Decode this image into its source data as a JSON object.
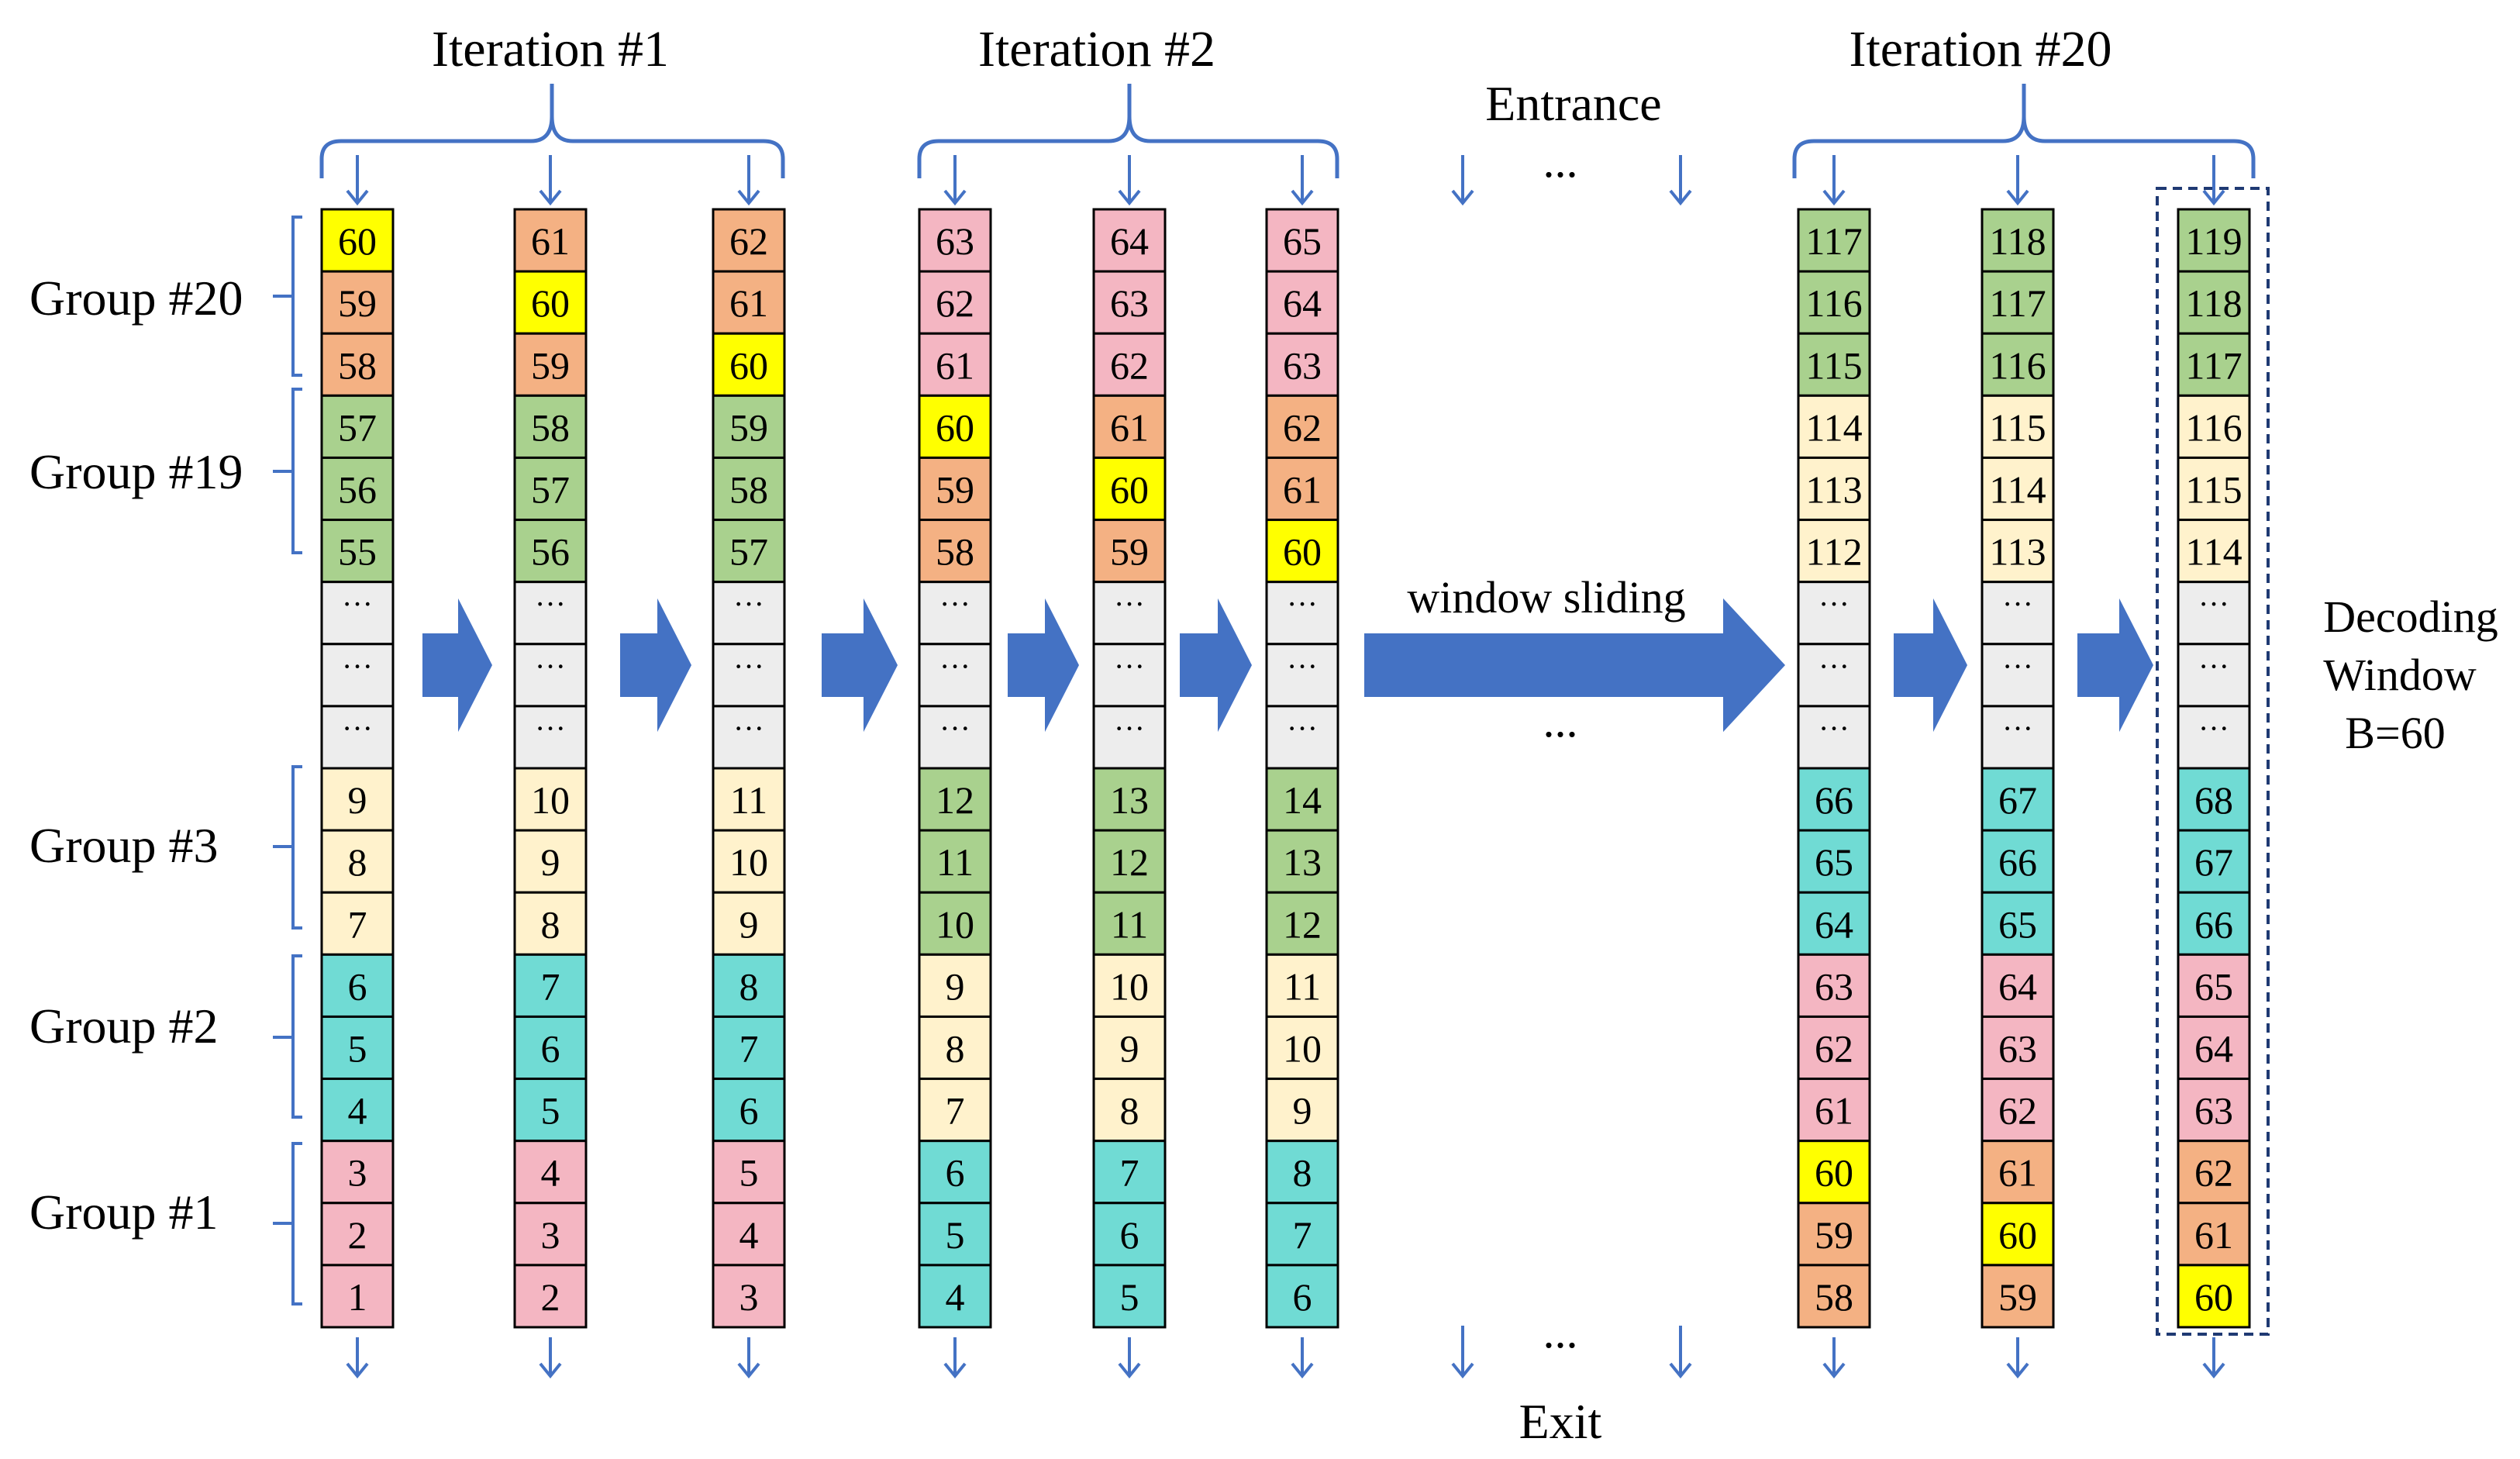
{
  "title_labels": {
    "iteration_1": "Iteration #1",
    "iteration_2": "Iteration #2",
    "iteration_20": "Iteration #20",
    "entrance": "Entrance",
    "exit": "Exit",
    "window_sliding": "window sliding",
    "ellipsis": "...",
    "decoding_window": [
      "Decoding",
      "Window",
      "B=60"
    ]
  },
  "groups": [
    {
      "id": "g20",
      "label": "Group #20"
    },
    {
      "id": "g19",
      "label": "Group #19"
    },
    {
      "id": "g3",
      "label": "Group #3"
    },
    {
      "id": "g2",
      "label": "Group #2"
    },
    {
      "id": "g1",
      "label": "Group #1"
    }
  ],
  "colors": {
    "yellow": "#ffff00",
    "orange": "#f4b183",
    "green": "#a9d18e",
    "cream": "#fff2cc",
    "teal": "#70dbd4",
    "pink": "#f4b6c2",
    "gray": "#ededed",
    "arrow_blue": "#4472c4",
    "bracket_blue": "#4472c4",
    "stroke": "#000000"
  },
  "columns": [
    {
      "cells": [
        [
          "60",
          "yellow"
        ],
        [
          "59",
          "orange"
        ],
        [
          "58",
          "orange"
        ],
        [
          "57",
          "green"
        ],
        [
          "56",
          "green"
        ],
        [
          "55",
          "green"
        ],
        [
          "···",
          "gray"
        ],
        [
          "···",
          "gray"
        ],
        [
          "···",
          "gray"
        ],
        [
          "9",
          "cream"
        ],
        [
          "8",
          "cream"
        ],
        [
          "7",
          "cream"
        ],
        [
          "6",
          "teal"
        ],
        [
          "5",
          "teal"
        ],
        [
          "4",
          "teal"
        ],
        [
          "3",
          "pink"
        ],
        [
          "2",
          "pink"
        ],
        [
          "1",
          "pink"
        ]
      ]
    },
    {
      "cells": [
        [
          "61",
          "orange"
        ],
        [
          "60",
          "yellow"
        ],
        [
          "59",
          "orange"
        ],
        [
          "58",
          "green"
        ],
        [
          "57",
          "green"
        ],
        [
          "56",
          "green"
        ],
        [
          "···",
          "gray"
        ],
        [
          "···",
          "gray"
        ],
        [
          "···",
          "gray"
        ],
        [
          "10",
          "cream"
        ],
        [
          "9",
          "cream"
        ],
        [
          "8",
          "cream"
        ],
        [
          "7",
          "teal"
        ],
        [
          "6",
          "teal"
        ],
        [
          "5",
          "teal"
        ],
        [
          "4",
          "pink"
        ],
        [
          "3",
          "pink"
        ],
        [
          "2",
          "pink"
        ]
      ]
    },
    {
      "cells": [
        [
          "62",
          "orange"
        ],
        [
          "61",
          "orange"
        ],
        [
          "60",
          "yellow"
        ],
        [
          "59",
          "green"
        ],
        [
          "58",
          "green"
        ],
        [
          "57",
          "green"
        ],
        [
          "···",
          "gray"
        ],
        [
          "···",
          "gray"
        ],
        [
          "···",
          "gray"
        ],
        [
          "11",
          "cream"
        ],
        [
          "10",
          "cream"
        ],
        [
          "9",
          "cream"
        ],
        [
          "8",
          "teal"
        ],
        [
          "7",
          "teal"
        ],
        [
          "6",
          "teal"
        ],
        [
          "5",
          "pink"
        ],
        [
          "4",
          "pink"
        ],
        [
          "3",
          "pink"
        ]
      ]
    },
    {
      "cells": [
        [
          "63",
          "pink"
        ],
        [
          "62",
          "pink"
        ],
        [
          "61",
          "pink"
        ],
        [
          "60",
          "yellow"
        ],
        [
          "59",
          "orange"
        ],
        [
          "58",
          "orange"
        ],
        [
          "···",
          "gray"
        ],
        [
          "···",
          "gray"
        ],
        [
          "···",
          "gray"
        ],
        [
          "12",
          "green"
        ],
        [
          "11",
          "green"
        ],
        [
          "10",
          "green"
        ],
        [
          "9",
          "cream"
        ],
        [
          "8",
          "cream"
        ],
        [
          "7",
          "cream"
        ],
        [
          "6",
          "teal"
        ],
        [
          "5",
          "teal"
        ],
        [
          "4",
          "teal"
        ]
      ]
    },
    {
      "cells": [
        [
          "64",
          "pink"
        ],
        [
          "63",
          "pink"
        ],
        [
          "62",
          "pink"
        ],
        [
          "61",
          "orange"
        ],
        [
          "60",
          "yellow"
        ],
        [
          "59",
          "orange"
        ],
        [
          "···",
          "gray"
        ],
        [
          "···",
          "gray"
        ],
        [
          "···",
          "gray"
        ],
        [
          "13",
          "green"
        ],
        [
          "12",
          "green"
        ],
        [
          "11",
          "green"
        ],
        [
          "10",
          "cream"
        ],
        [
          "9",
          "cream"
        ],
        [
          "8",
          "cream"
        ],
        [
          "7",
          "teal"
        ],
        [
          "6",
          "teal"
        ],
        [
          "5",
          "teal"
        ]
      ]
    },
    {
      "cells": [
        [
          "65",
          "pink"
        ],
        [
          "64",
          "pink"
        ],
        [
          "63",
          "pink"
        ],
        [
          "62",
          "orange"
        ],
        [
          "61",
          "orange"
        ],
        [
          "60",
          "yellow"
        ],
        [
          "···",
          "gray"
        ],
        [
          "···",
          "gray"
        ],
        [
          "···",
          "gray"
        ],
        [
          "14",
          "green"
        ],
        [
          "13",
          "green"
        ],
        [
          "12",
          "green"
        ],
        [
          "11",
          "cream"
        ],
        [
          "10",
          "cream"
        ],
        [
          "9",
          "cream"
        ],
        [
          "8",
          "teal"
        ],
        [
          "7",
          "teal"
        ],
        [
          "6",
          "teal"
        ]
      ]
    },
    {
      "cells": [
        [
          "117",
          "green"
        ],
        [
          "116",
          "green"
        ],
        [
          "115",
          "green"
        ],
        [
          "114",
          "cream"
        ],
        [
          "113",
          "cream"
        ],
        [
          "112",
          "cream"
        ],
        [
          "···",
          "gray"
        ],
        [
          "···",
          "gray"
        ],
        [
          "···",
          "gray"
        ],
        [
          "66",
          "teal"
        ],
        [
          "65",
          "teal"
        ],
        [
          "64",
          "teal"
        ],
        [
          "63",
          "pink"
        ],
        [
          "62",
          "pink"
        ],
        [
          "61",
          "pink"
        ],
        [
          "60",
          "yellow"
        ],
        [
          "59",
          "orange"
        ],
        [
          "58",
          "orange"
        ]
      ]
    },
    {
      "cells": [
        [
          "118",
          "green"
        ],
        [
          "117",
          "green"
        ],
        [
          "116",
          "green"
        ],
        [
          "115",
          "cream"
        ],
        [
          "114",
          "cream"
        ],
        [
          "113",
          "cream"
        ],
        [
          "···",
          "gray"
        ],
        [
          "···",
          "gray"
        ],
        [
          "···",
          "gray"
        ],
        [
          "67",
          "teal"
        ],
        [
          "66",
          "teal"
        ],
        [
          "65",
          "teal"
        ],
        [
          "64",
          "pink"
        ],
        [
          "63",
          "pink"
        ],
        [
          "62",
          "pink"
        ],
        [
          "61",
          "orange"
        ],
        [
          "60",
          "yellow"
        ],
        [
          "59",
          "orange"
        ]
      ]
    },
    {
      "cells": [
        [
          "119",
          "green"
        ],
        [
          "118",
          "green"
        ],
        [
          "117",
          "green"
        ],
        [
          "116",
          "cream"
        ],
        [
          "115",
          "cream"
        ],
        [
          "114",
          "cream"
        ],
        [
          "···",
          "gray"
        ],
        [
          "···",
          "gray"
        ],
        [
          "···",
          "gray"
        ],
        [
          "68",
          "teal"
        ],
        [
          "67",
          "teal"
        ],
        [
          "66",
          "teal"
        ],
        [
          "65",
          "pink"
        ],
        [
          "64",
          "pink"
        ],
        [
          "63",
          "pink"
        ],
        [
          "62",
          "orange"
        ],
        [
          "61",
          "orange"
        ],
        [
          "60",
          "yellow"
        ]
      ]
    }
  ]
}
